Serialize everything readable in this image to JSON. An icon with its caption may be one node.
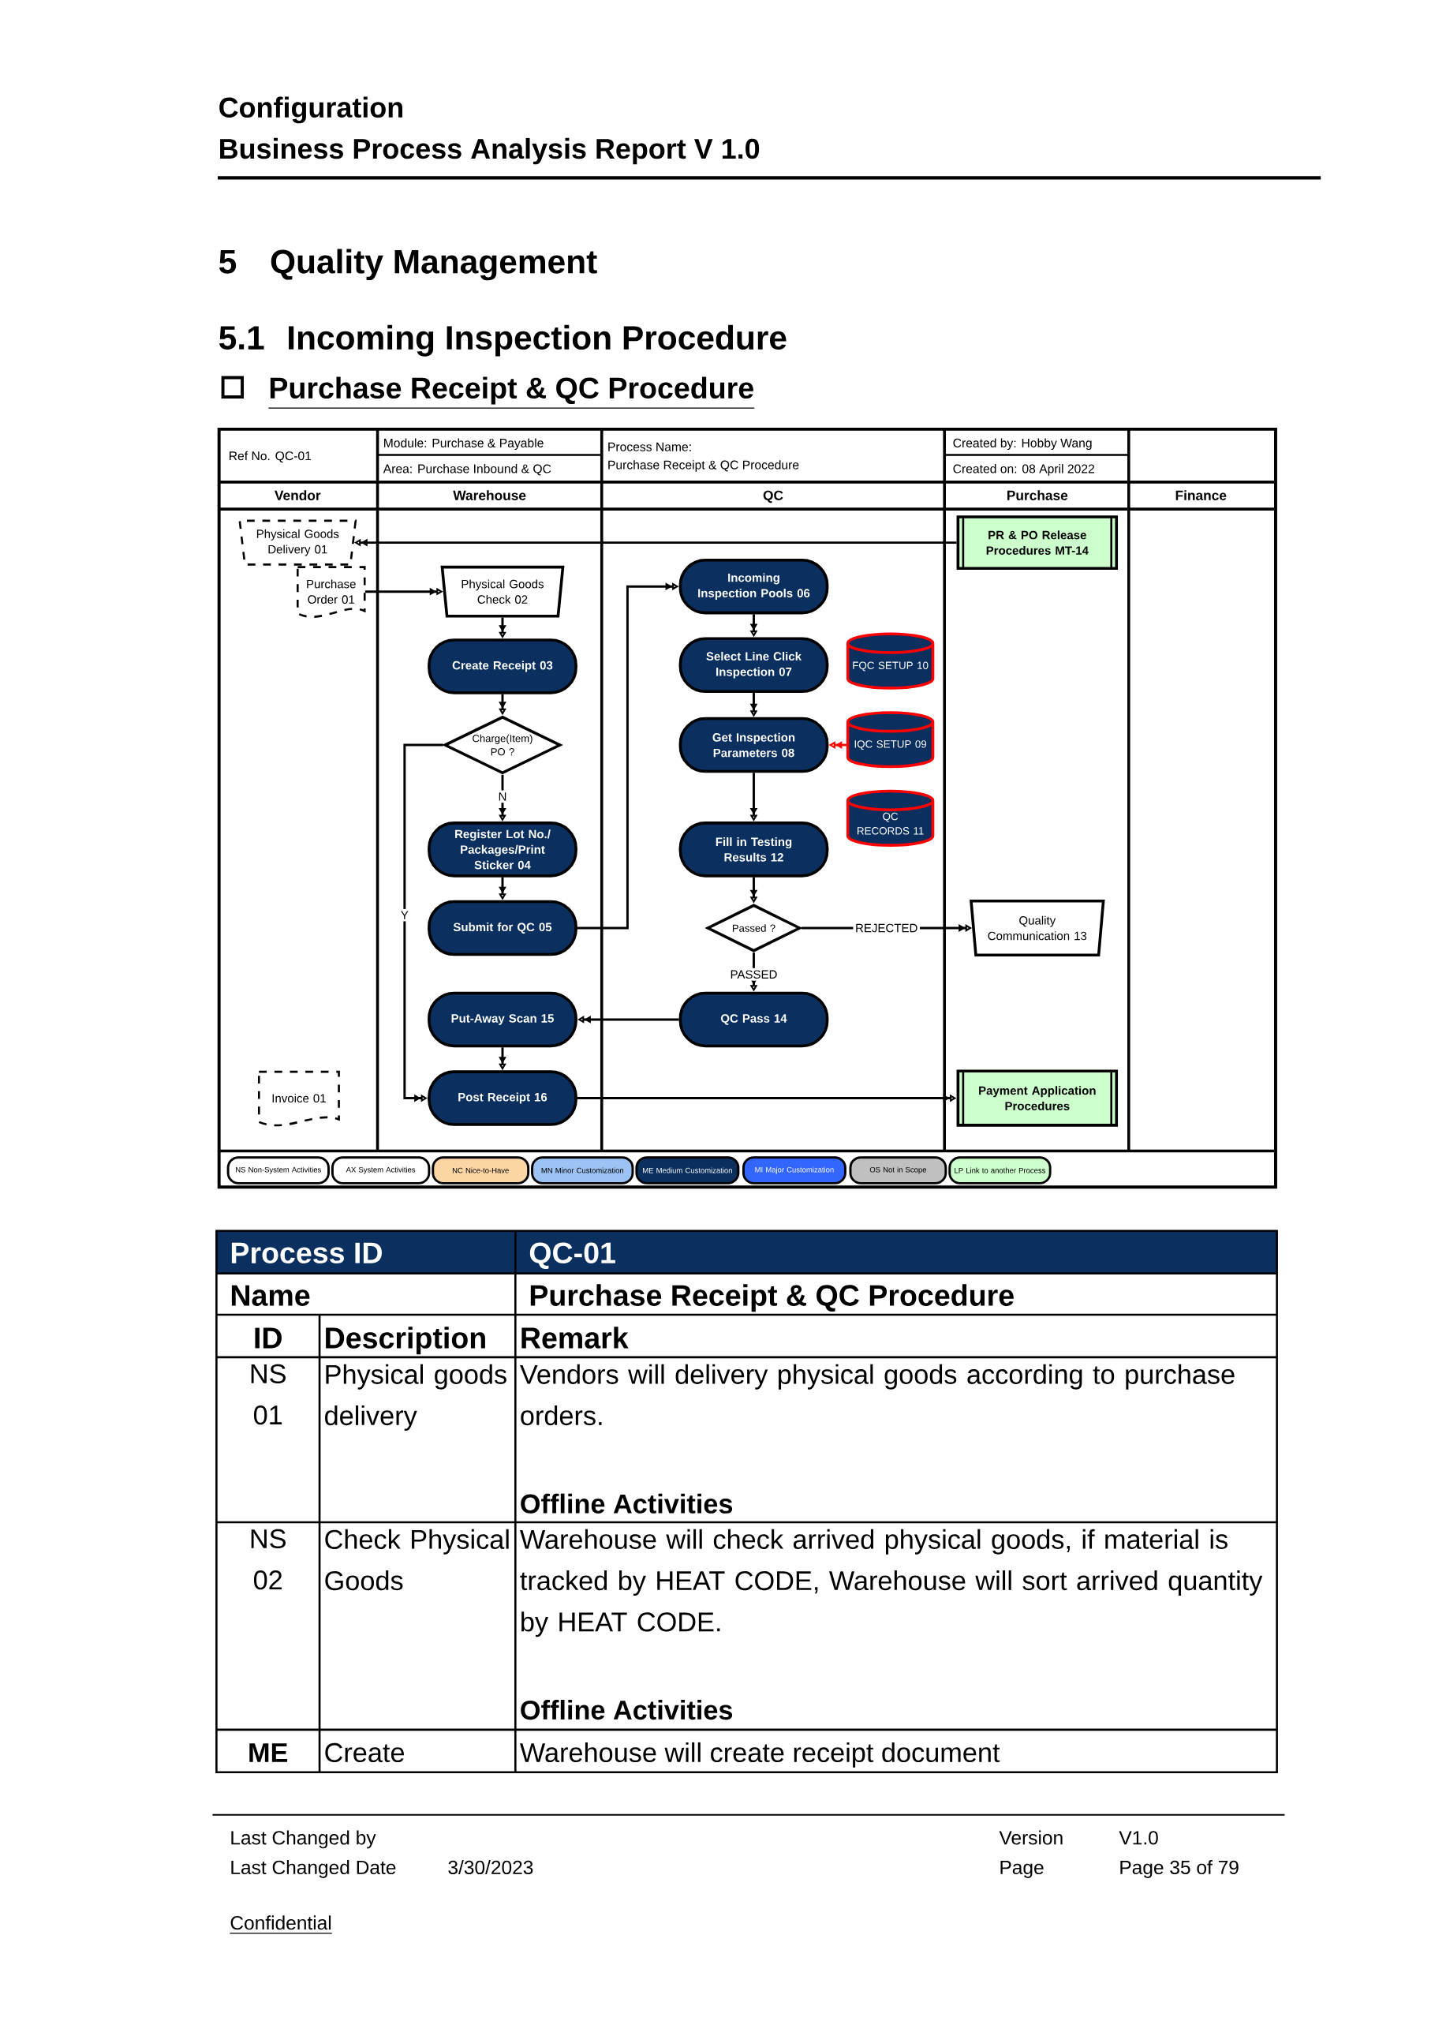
{
  "diagram": {
    "nodes": [
      {
        "text": [
          "Physical Goods Delivery 01"
        ]
      },
      {
        "text": [
          "Purchase Order 01"
        ]
      },
      {
        "text": [
          "Physical Goods Check 02"
        ]
      },
      {
        "text": [
          "Create Receipt 03"
        ]
      },
      {
        "text": [
          "Charge(Item) PO ?"
        ]
      },
      {
        "text": [
          "Register Lot No./ Packages/Print Sticker 04"
        ]
      },
      {
        "text": [
          "Submit for QC 05"
        ]
      },
      {
        "text": [
          "Put-Away Scan 15"
        ]
      },
      {
        "text": [
          "Post Receipt 16"
        ]
      },
      {
        "text": [
          "Invoice 01"
        ]
      },
      {
        "text": [
          "Incoming Inspection Pools 06"
        ]
      },
      {
        "text": [
          "Select Line Click Inspection 07"
        ]
      },
      {
        "text": [
          "Get Inspection Parameters 08"
        ]
      },
      {
        "text": [
          "Fill in Testing Results 12"
        ]
      },
      {
        "text": [
          "Passed ?"
        ]
      },
      {
        "text": [
          "QC Pass 14"
        ]
      },
      {
        "text": [
          "FQC SETUP 10"
        ]
      },
      {
        "text": [
          "IQC SETUP 09"
        ]
      },
      {
        "text": [
          "QC RECORDS 11"
        ]
      },
      {
        "text": [
          "PR & PO Release Procedures MT-14"
        ]
      },
      {
        "text": [
          "Quality Communication 13"
        ]
      },
      {
        "text": [
          "Payment Application Procedures"
        ]
      }
    ],
    "edges": [
      {
        "from": 19,
        "to": 0,
        "arrow": "to"
      },
      {
        "from": 1,
        "to": 2,
        "arrow": "to"
      },
      {
        "from": 2,
        "to": 3,
        "arrow": "to"
      },
      {
        "from": 3,
        "to": 4,
        "arrow": "to"
      },
      {
        "from": 4,
        "to": 5,
        "arrow": "to",
        "label": "N"
      },
      {
        "from": 4,
        "to": 8,
        "arrow": "to",
        "label": "Y"
      },
      {
        "from": 5,
        "to": 6,
        "arrow": "to"
      },
      {
        "from": 6,
        "to": 10,
        "arrow": "to"
      },
      {
        "from": 10,
        "to": 11,
        "arrow": "to"
      },
      {
        "from": 11,
        "to": 12,
        "arrow": "to"
      },
      {
        "from": 12,
        "to": 13,
        "arrow": "to"
      },
      {
        "from": 17,
        "to": 12,
        "arrow": "to",
        "color": "#ff0000"
      },
      {
        "from": 13,
        "to": 14,
        "arrow": "to"
      },
      {
        "from": 14,
        "to": 20,
        "arrow": "to",
        "label": "REJECTED"
      },
      {
        "from": 14,
        "to": 15,
        "arrow": "to",
        "label": "PASSED"
      },
      {
        "from": 15,
        "to": 7,
        "arrow": "to"
      },
      {
        "from": 7,
        "to": 8,
        "arrow": "to"
      },
      {
        "from": 8,
        "to": 21,
        "arrow": "to"
      }
    ],
    "labels": [
      "Configuration",
      "Business Process Analysis Report V 1.0",
      "5",
      "Quality Management",
      "5.1",
      "Incoming Inspection Procedure",
      "Purchase Receipt & QC Procedure",
      "Ref No. QC-01",
      "Module: Purchase & Payable",
      "Area: Purchase Inbound & QC",
      "Process Name:",
      "Purchase Receipt & QC Procedure",
      "Created by: Hobby Wang",
      "Created on: 08 April 2022",
      "Vendor",
      "Warehouse",
      "QC",
      "Purchase",
      "Finance",
      "Process ID",
      "QC-01",
      "Name",
      "Purchase Receipt & QC Procedure",
      "ID",
      "Description",
      "Remark",
      "NS 01",
      "Physical goods delivery",
      "Vendors will delivery physical goods according to purchase orders.",
      "Offline Activities",
      "NS 02",
      "Check Physical Goods",
      "Warehouse will check arrived physical goods, if material is tracked by HEAT CODE, Warehouse will sort arrived quantity by HEAT CODE.",
      "Offline Activities",
      "ME",
      "Create",
      "Warehouse will create receipt document",
      "Last Changed by",
      "Last Changed Date",
      "3/30/2023",
      "Version",
      "V1.0",
      "Page",
      "Page 35 of 79",
      "Confidential"
    ],
    "legend": [
      {
        "text": "NS Non-System Activities"
      },
      {
        "text": "AX System Activities"
      },
      {
        "text": "NC Nice-to-Have",
        "color": "#fcd5a5"
      },
      {
        "text": "MN Minor Customization",
        "color": "#9dc3f5"
      },
      {
        "text": "ME Medium Customization",
        "color": "#0b2f5e"
      },
      {
        "text": "MI Major Customization",
        "color": "#3366ff"
      },
      {
        "text": "OS Not in Scope",
        "color": "#c0c0c0"
      },
      {
        "text": "LP Link to another Process",
        "color": "#ccffcc"
      }
    ]
  }
}
